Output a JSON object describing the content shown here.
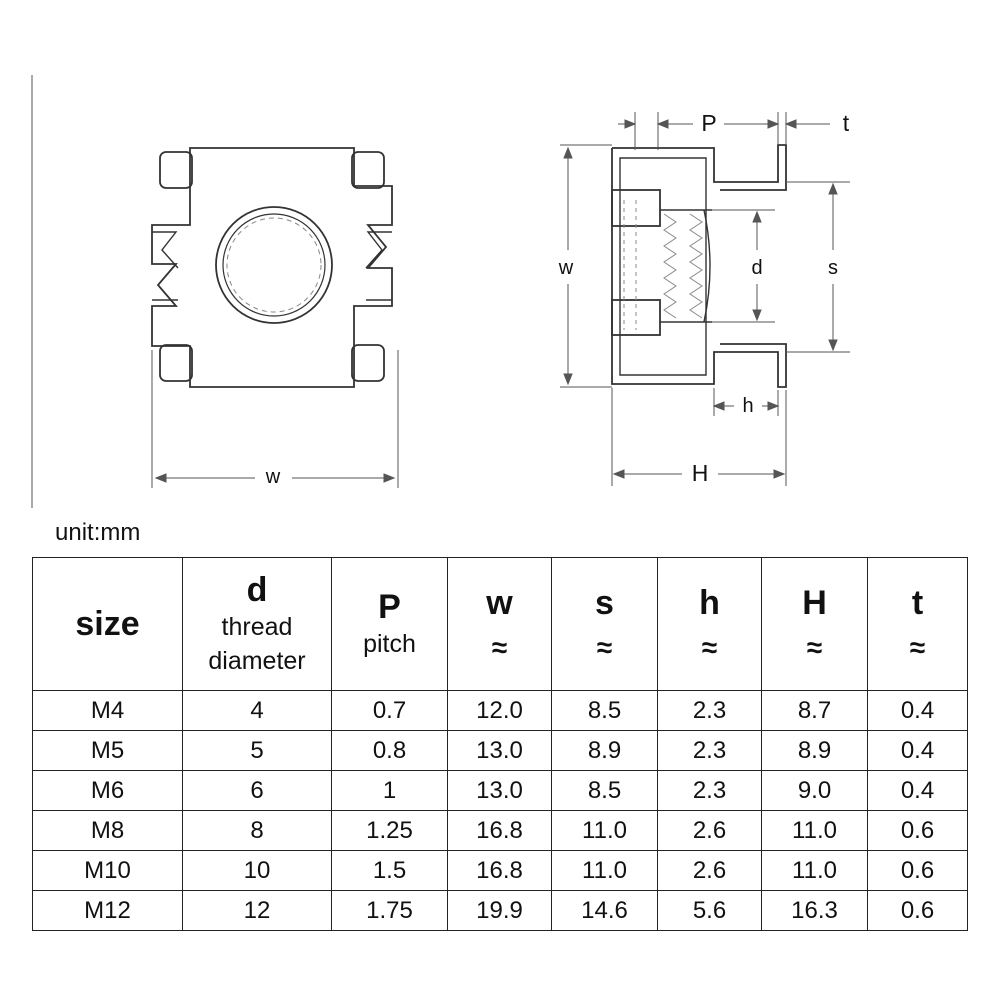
{
  "drawing": {
    "labels": {
      "P": "P",
      "t": "t",
      "w_side": "w",
      "d": "d",
      "s": "s",
      "h": "h",
      "H": "H",
      "w_front": "w"
    }
  },
  "unit_label": "unit:mm",
  "table": {
    "headers": [
      {
        "symbol": "size",
        "sub": [],
        "approx": ""
      },
      {
        "symbol": "d",
        "sub": [
          "thread",
          "diameter"
        ],
        "approx": ""
      },
      {
        "symbol": "P",
        "sub": [
          "pitch"
        ],
        "approx": ""
      },
      {
        "symbol": "w",
        "sub": [],
        "approx": "≈"
      },
      {
        "symbol": "s",
        "sub": [],
        "approx": "≈"
      },
      {
        "symbol": "h",
        "sub": [],
        "approx": "≈"
      },
      {
        "symbol": "H",
        "sub": [],
        "approx": "≈"
      },
      {
        "symbol": "t",
        "sub": [],
        "approx": "≈"
      }
    ],
    "rows": [
      [
        "M4",
        "4",
        "0.7",
        "12.0",
        "8.5",
        "2.3",
        "8.7",
        "0.4"
      ],
      [
        "M5",
        "5",
        "0.8",
        "13.0",
        "8.9",
        "2.3",
        "8.9",
        "0.4"
      ],
      [
        "M6",
        "6",
        "1",
        "13.0",
        "8.5",
        "2.3",
        "9.0",
        "0.4"
      ],
      [
        "M8",
        "8",
        "1.25",
        "16.8",
        "11.0",
        "2.6",
        "11.0",
        "0.6"
      ],
      [
        "M10",
        "10",
        "1.5",
        "16.8",
        "11.0",
        "2.6",
        "11.0",
        "0.6"
      ],
      [
        "M12",
        "12",
        "1.75",
        "19.9",
        "14.6",
        "5.6",
        "16.3",
        "0.6"
      ]
    ]
  }
}
